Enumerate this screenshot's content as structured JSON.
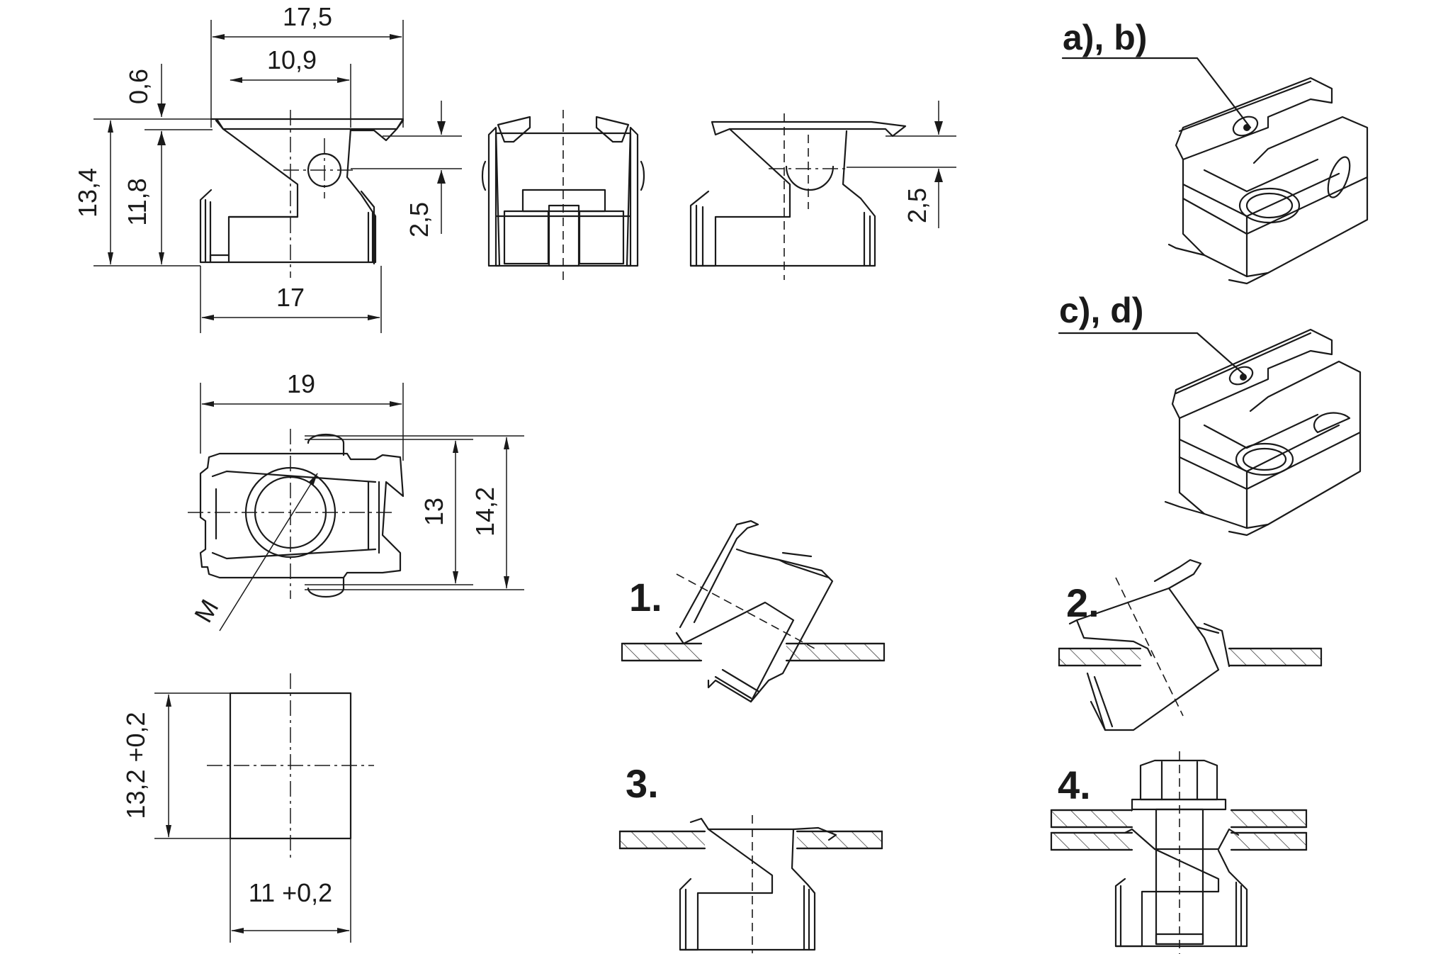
{
  "dimensions": {
    "d17_5": "17,5",
    "d10_9": "10,9",
    "d0_6": "0,6",
    "d13_4": "13,4",
    "d11_8": "11,8",
    "d2_5_left": "2,5",
    "d2_5_right": "2,5",
    "d17": "17",
    "d19": "19",
    "d13": "13",
    "d14_2": "14,2",
    "thread": "M",
    "d13_2_tol": "13,2 +0,2",
    "d11_tol": "11 +0,2"
  },
  "variants": {
    "ab": "a), b)",
    "cd": "c), d)"
  },
  "steps": {
    "s1": "1.",
    "s2": "2.",
    "s3": "3.",
    "s4": "4."
  }
}
